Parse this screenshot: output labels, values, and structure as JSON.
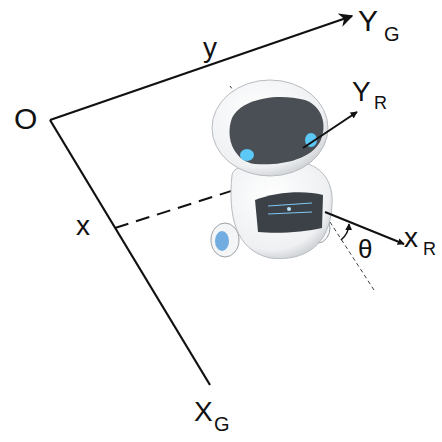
{
  "diagram": {
    "labels": [
      "O",
      "y",
      "Y",
      "G",
      "Y",
      "R",
      "x",
      "θ",
      "x",
      "R",
      "X",
      "G"
    ]
  }
}
